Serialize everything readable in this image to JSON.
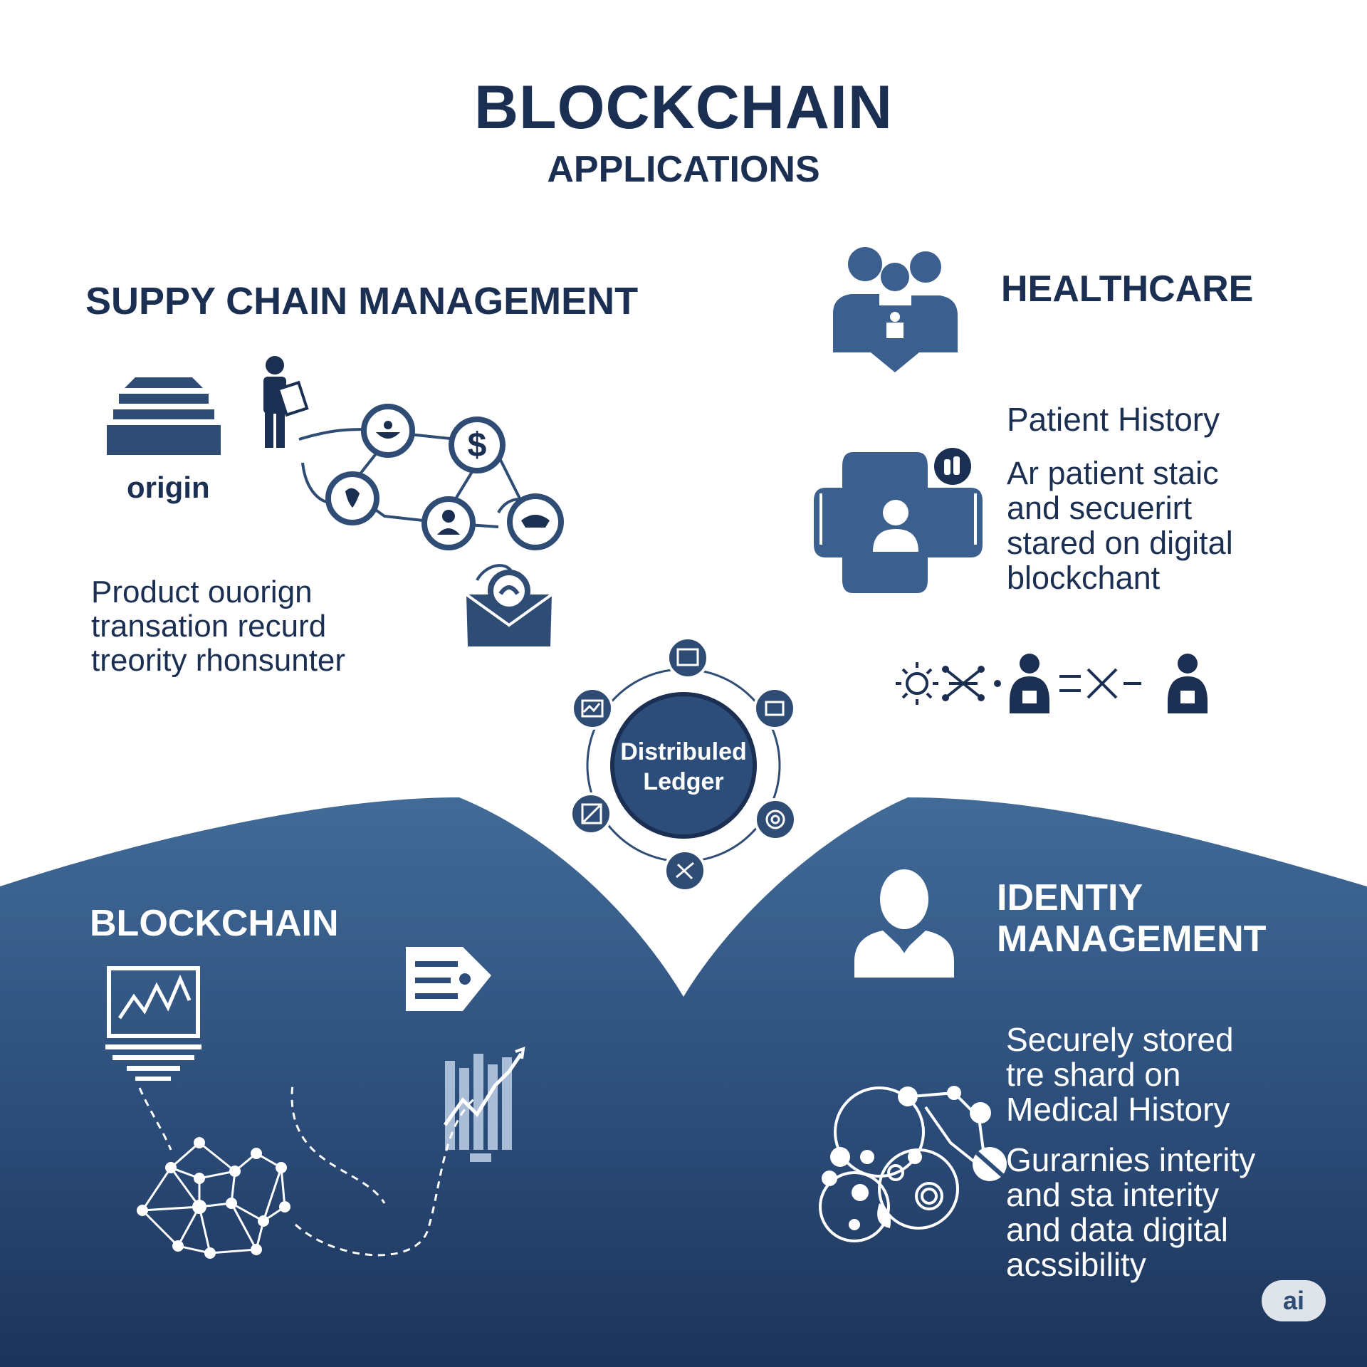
{
  "title": "BLOCKCHAIN",
  "subtitle": "APPLICATIONS",
  "supply_chain": {
    "heading": "SUPPY CHAIN MANAGEMENT",
    "origin_label": "origin",
    "description_lines": [
      "Product ouorign",
      "transation recurd",
      "treority rhonsunter"
    ]
  },
  "healthcare": {
    "heading": "HEALTHCARE",
    "subheading": "Patient History",
    "description_lines": [
      "Ar patient staic",
      "and secuerirt",
      "stared on digital",
      "blockchant"
    ]
  },
  "ledger": {
    "label_lines": [
      "Distribuled",
      "Ledger"
    ]
  },
  "blockchain_section": {
    "heading": "BLOCKCHAIN"
  },
  "identity": {
    "heading_lines": [
      "IDENTIY",
      "MANAGEMENT"
    ],
    "paragraph1_lines": [
      "Securely stored",
      "tre shard on",
      "Medical History"
    ],
    "paragraph2_lines": [
      "Gurarnies interity",
      "and sta interity",
      "and data digital",
      "acssibility"
    ]
  },
  "badge": "ai",
  "colors": {
    "navy": "#1b2f52",
    "accent_blue": "#3b5f8f",
    "wave_top": "#426b98",
    "wave_bottom": "#1c3459",
    "background": "#ffffff"
  }
}
